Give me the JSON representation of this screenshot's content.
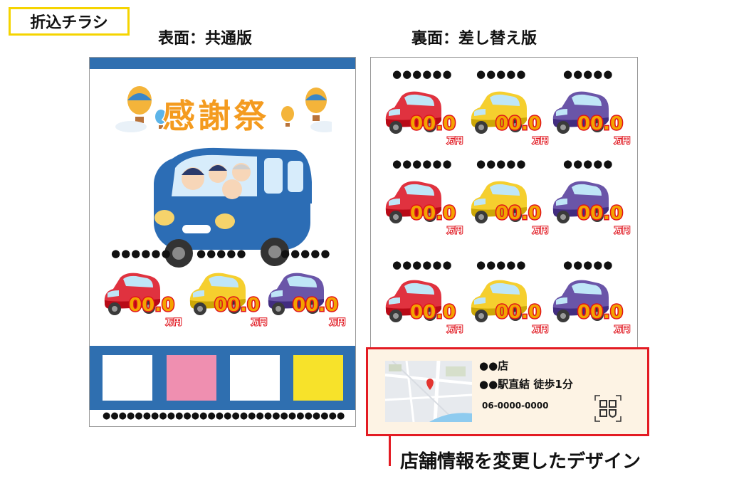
{
  "tag_label": "折込チラシ",
  "front": {
    "heading": "表面：共通版",
    "title_text": "感謝祭",
    "row_labels": [
      "●●●●●●",
      "●●●●●",
      "●●●●●"
    ],
    "prices": [
      "00.0",
      "00.0",
      "00.0"
    ],
    "price_unit": "万円",
    "swatch_colors": [
      "#ffffff",
      "#ef8fb0",
      "#ffffff",
      "#f7e22a"
    ],
    "band_color": "#2f6fb0",
    "footer_dots": "●●●●●●●●●●●●●●●●●●●●●●●●●●●●●●"
  },
  "back": {
    "heading": "裏面：差し替え版",
    "rows": [
      {
        "labels": [
          "●●●●●●",
          "●●●●●",
          "●●●●●"
        ],
        "prices": [
          "00.0",
          "00.0",
          "00.0"
        ]
      },
      {
        "labels": [
          "●●●●●●",
          "●●●●●",
          "●●●●●"
        ],
        "prices": [
          "00.0",
          "00.0",
          "00.0"
        ]
      },
      {
        "labels": [
          "●●●●●●",
          "●●●●●",
          "●●●●●"
        ],
        "prices": [
          "00.0",
          "00.0",
          "00.0"
        ]
      }
    ],
    "price_unit": "万円",
    "store": {
      "name": "●●店",
      "access": "●●駅直結  徒歩1分",
      "phone": "06-0000-0000"
    }
  },
  "car_colors": [
    "#e0323f",
    "#f5cf2e",
    "#6a55a8"
  ],
  "caption": "店舗情報を変更したデザイン"
}
